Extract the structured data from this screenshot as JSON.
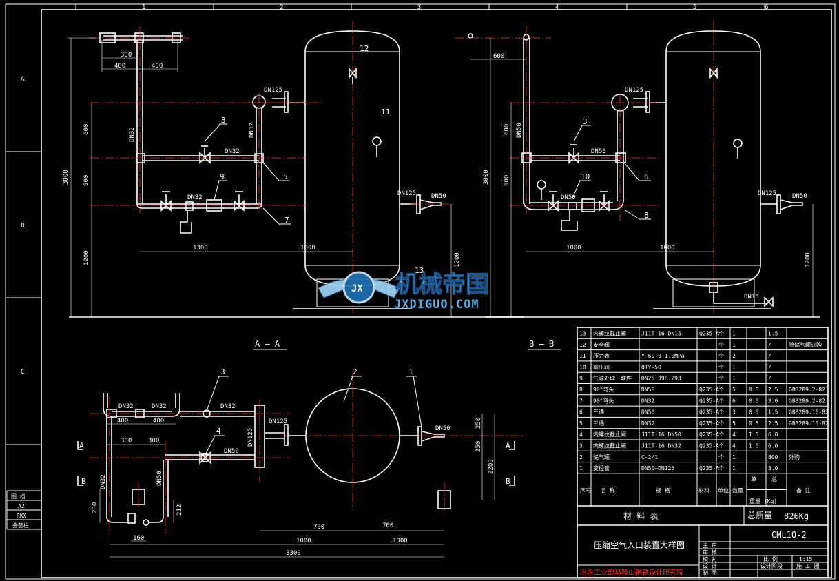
{
  "zones": {
    "cols": [
      "1",
      "2",
      "3",
      "4",
      "5",
      "6"
    ],
    "rows": [
      "A",
      "B",
      "C"
    ]
  },
  "view_labels": {
    "section_a": "A — A",
    "section_b": "B — B"
  },
  "cutting_plane_marks": [
    "A",
    "A",
    "B",
    "B"
  ],
  "left_elevation": {
    "dims": [
      "300",
      "400",
      "400",
      "600",
      "500",
      "3000",
      "1200",
      "1300",
      "1000",
      "1200"
    ],
    "callouts": [
      "3",
      "5",
      "7",
      "9",
      "12",
      "11",
      "13"
    ],
    "pipe_tags": [
      "DN32",
      "DN32",
      "DN32",
      "DN32"
    ],
    "nozzle_tags": [
      "DN125",
      "DN125",
      "DN50"
    ]
  },
  "right_elevation": {
    "dims": [
      "600",
      "600",
      "500",
      "3000",
      "1000",
      "1000",
      "1200"
    ],
    "callouts": [
      "3",
      "10",
      "6",
      "8"
    ],
    "pipe_tags": [
      "DN50",
      "DN50",
      "DN50"
    ],
    "nozzle_tags": [
      "DN125",
      "DN125",
      "DN50",
      "DN15"
    ]
  },
  "plan_view": {
    "callouts": [
      "3",
      "4",
      "2",
      "1"
    ],
    "pipe_tags": [
      "DN32",
      "DN32",
      "DN32",
      "DN50",
      "DN32",
      "DN50",
      "DN125",
      "DN125",
      "DN50"
    ],
    "dims": [
      "400",
      "400",
      "300",
      "300",
      "200",
      "212",
      "160",
      "700",
      "700",
      "1000",
      "1000",
      "3300",
      "250",
      "250",
      "2200"
    ]
  },
  "materials": {
    "rows": [
      {
        "no": "13",
        "name": "内螺纹截止阀",
        "spec": "J11T-16 DN15",
        "mat": "Q235-A",
        "unit": "个",
        "qty": "1",
        "w1": "",
        "w2": "1.5",
        "note": ""
      },
      {
        "no": "12",
        "name": "安全阀",
        "spec": "",
        "mat": "",
        "unit": "个",
        "qty": "1",
        "w1": "",
        "w2": "/",
        "note": "随储气罐订购"
      },
      {
        "no": "11",
        "name": "压力表",
        "spec": "Y-60 0~1.0MPa",
        "mat": "",
        "unit": "个",
        "qty": "2",
        "w1": "",
        "w2": "/",
        "note": ""
      },
      {
        "no": "10",
        "name": "减压阀",
        "spec": "QTY-50",
        "mat": "",
        "unit": "个",
        "qty": "1",
        "w1": "",
        "w2": "/",
        "note": ""
      },
      {
        "no": "9",
        "name": "气源处理三联件",
        "spec": "DN25 398.293",
        "mat": "",
        "unit": "个",
        "qty": "1",
        "w1": "",
        "w2": "/",
        "note": ""
      },
      {
        "no": "8",
        "name": "90°弯头",
        "spec": "DN50",
        "mat": "Q235-A",
        "unit": "个",
        "qty": "5",
        "w1": "0.5",
        "w2": "2.5",
        "note": "GB3289.2-82"
      },
      {
        "no": "7",
        "name": "90°弯头",
        "spec": "DN32",
        "mat": "Q235-A",
        "unit": "个",
        "qty": "6",
        "w1": "0.5",
        "w2": "3.0",
        "note": "GB3289.2-82"
      },
      {
        "no": "6",
        "name": "三通",
        "spec": "DN50",
        "mat": "Q235-A",
        "unit": "个",
        "qty": "3",
        "w1": "0.5",
        "w2": "1.5",
        "note": "GB3289.10-82"
      },
      {
        "no": "5",
        "name": "三通",
        "spec": "DN32",
        "mat": "Q235-A",
        "unit": "个",
        "qty": "5",
        "w1": "0.5",
        "w2": "2.5",
        "note": "GB3289.10-82"
      },
      {
        "no": "4",
        "name": "内螺纹截止阀",
        "spec": "J11T-16 DN50",
        "mat": "Q235-A",
        "unit": "个",
        "qty": "4",
        "w1": "1.5",
        "w2": "6.0",
        "note": ""
      },
      {
        "no": "3",
        "name": "内螺纹截止阀",
        "spec": "J11T-16 DN32",
        "mat": "Q235-A",
        "unit": "个",
        "qty": "4",
        "w1": "1.5",
        "w2": "6.0",
        "note": ""
      },
      {
        "no": "2",
        "name": "储气罐",
        "spec": "C-2/1",
        "mat": "",
        "unit": "个",
        "qty": "1",
        "w1": "",
        "w2": "800",
        "note": "外购"
      },
      {
        "no": "1",
        "name": "变径管",
        "spec": "DN50~DN125",
        "mat": "Q235-A",
        "unit": "个",
        "qty": "1",
        "w1": "",
        "w2": "3.0",
        "note": ""
      }
    ],
    "header": {
      "no": "序号",
      "name": "名 称",
      "spec": "规 格",
      "mat": "材料",
      "unit": "单位",
      "qty": "数量",
      "w1": "单",
      "w2": "总",
      "weight": "重量 (Kq)",
      "note": "备 注"
    },
    "table_title": "材 料 表",
    "total_label": "总质量",
    "total_value": "826Kg"
  },
  "title_block": {
    "drawing_no": "CML10-2",
    "drawing_title": "压缩空气入口装置大样图",
    "org": "冶金工业部马鞍山钢铁设计研究院",
    "roles": [
      "主 审",
      "审 核",
      "校 对",
      "设 计",
      "制 图"
    ],
    "scale_label": "比 例",
    "scale_value": "1:15",
    "stage_label": "设计阶段",
    "stage_value": "施 工 图"
  },
  "side_stamp": [
    "图  档",
    "A2",
    "RKX",
    "会签栏"
  ],
  "watermark": {
    "brand": "机械帝国",
    "url": "JXDIGUO.COM",
    "emblem": "JX"
  },
  "colors": {
    "background": "#000000",
    "line": "#ffffff",
    "center": "#ff3030",
    "title_org": "#ff3030",
    "watermark": "#4aa8e8"
  }
}
